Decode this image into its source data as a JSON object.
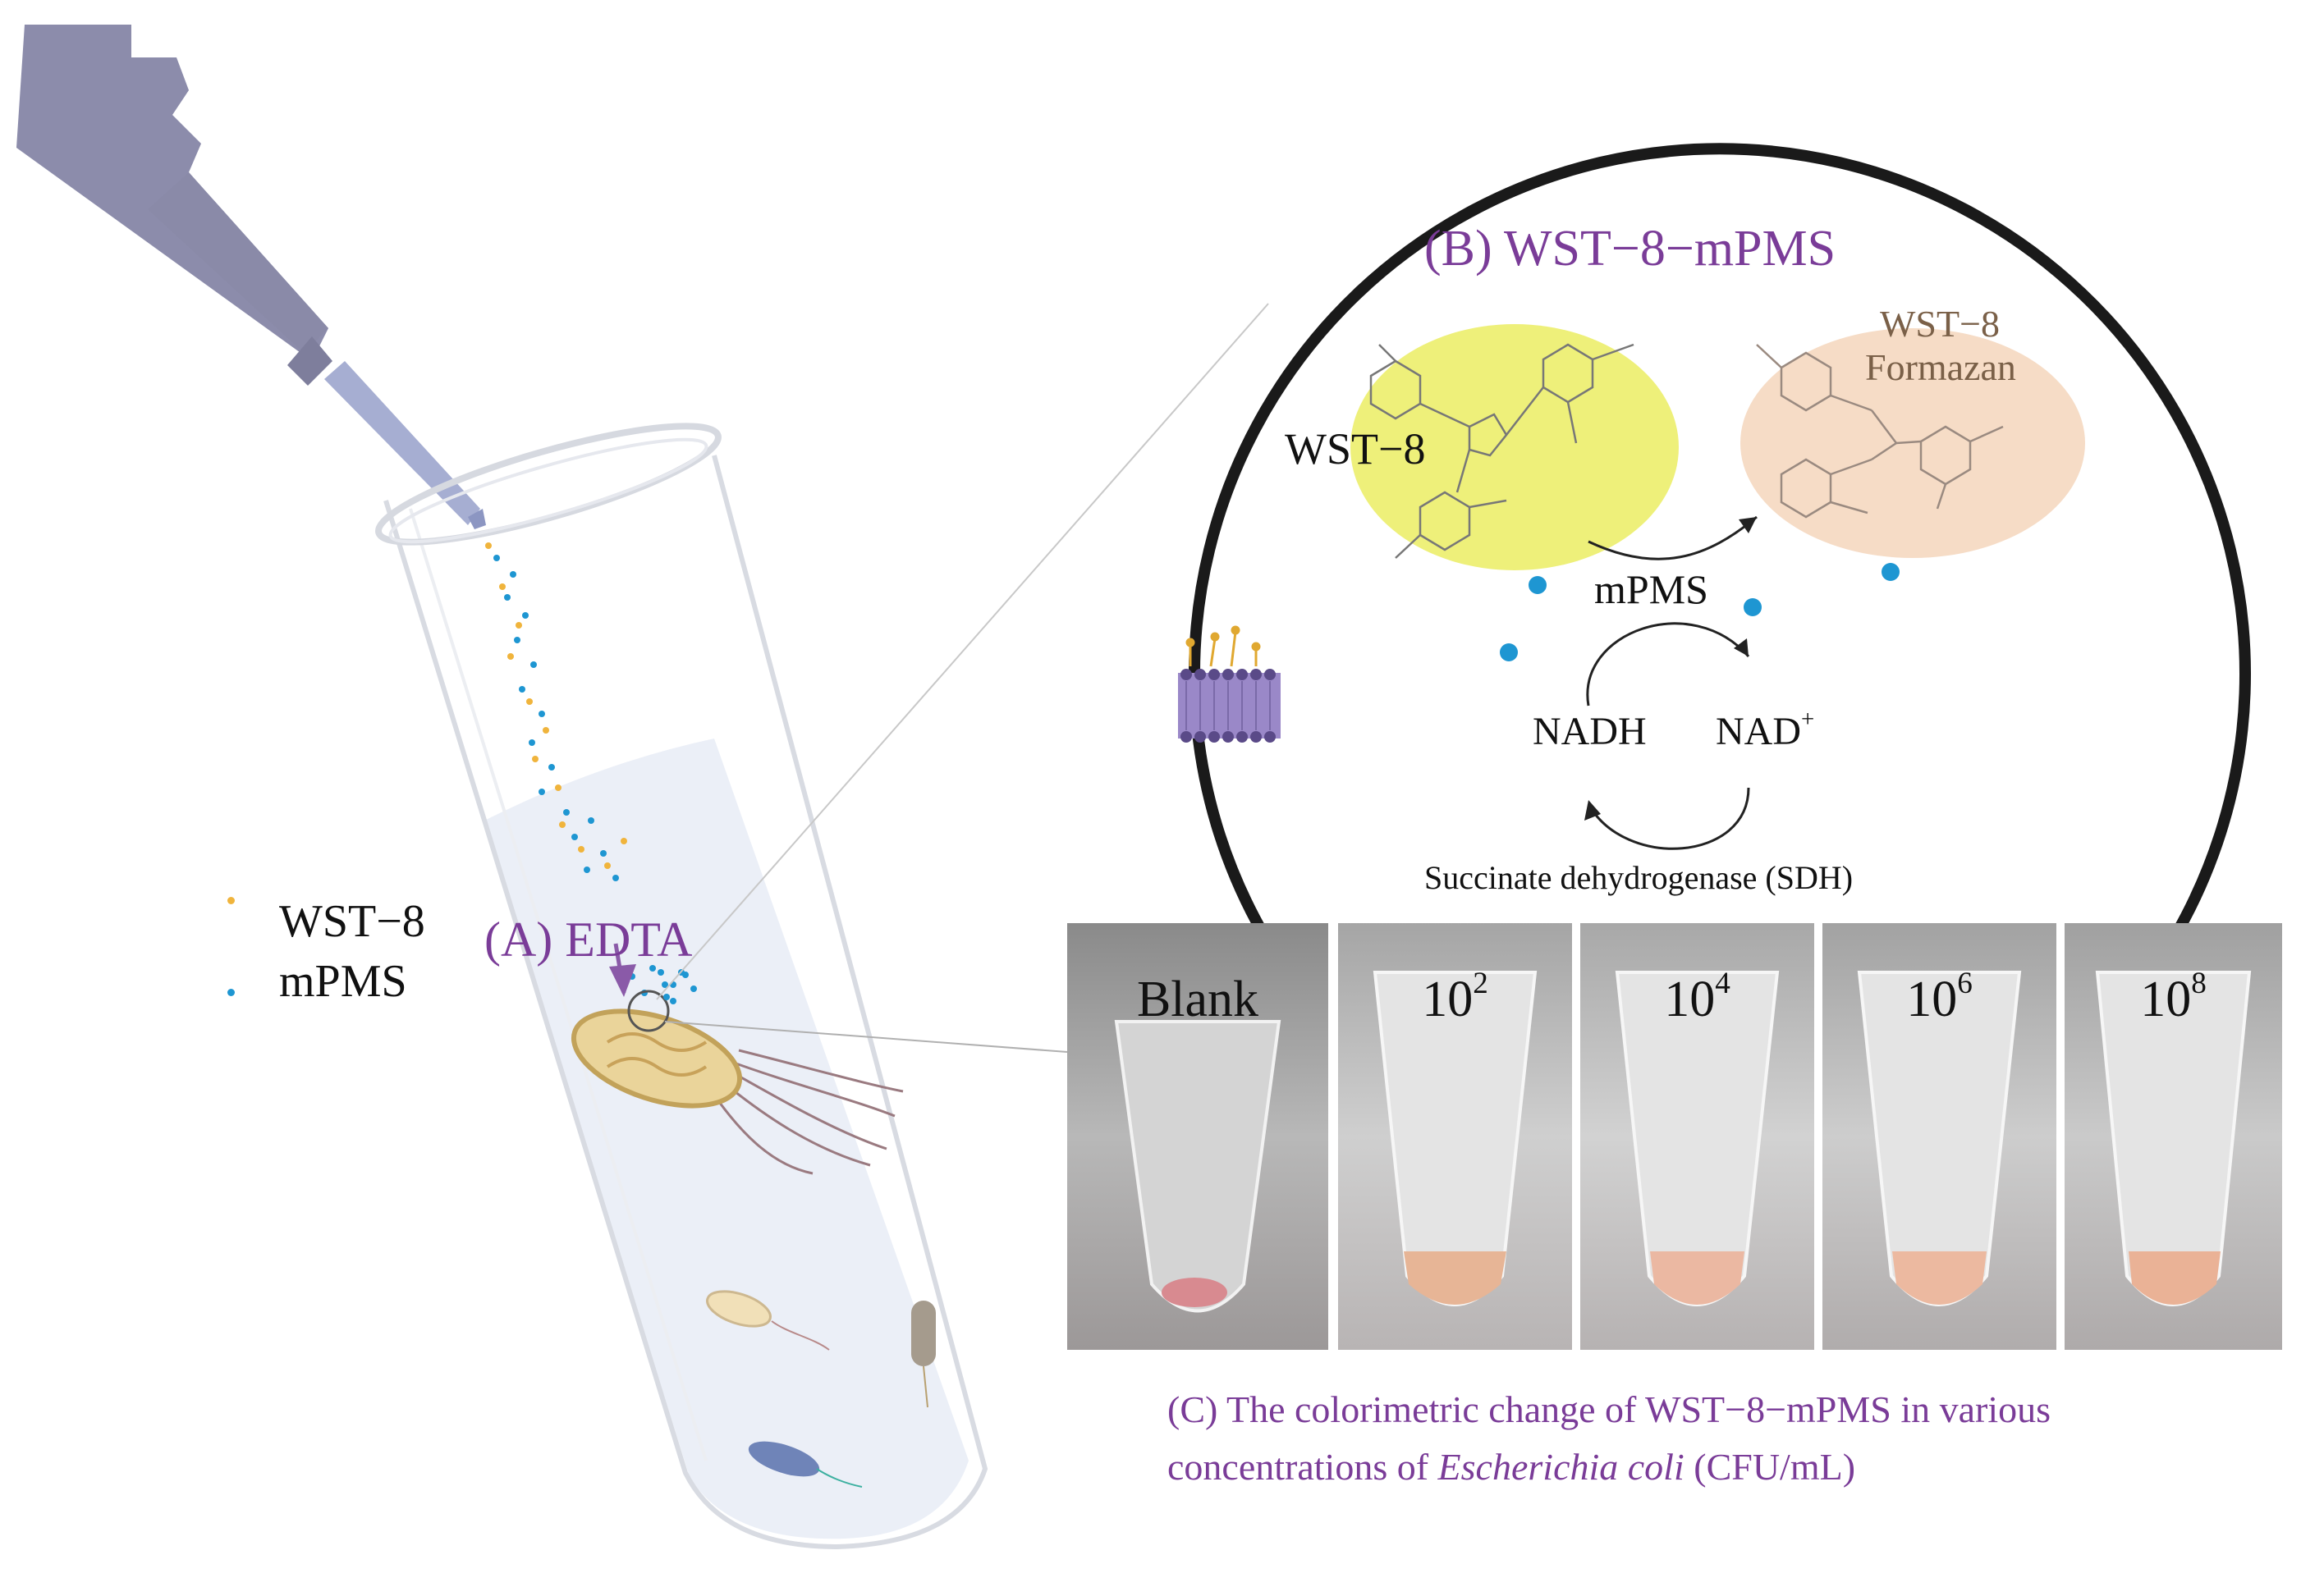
{
  "legend": {
    "items": [
      {
        "label": "WST−8",
        "color": "#f0b43c"
      },
      {
        "label": "mPMS",
        "color": "#1e96d2"
      }
    ]
  },
  "tube": {
    "label_edta": "(A) EDTA"
  },
  "reaction": {
    "title": "(B) WST−8−mPMS",
    "wst8_label": "WST−8",
    "formazan_label_line1": "WST−8",
    "formazan_label_line2": "Formazan",
    "mpms_label": "mPMS",
    "nadh_label": "NADH",
    "nad_label": "NAD",
    "nad_sup": "+",
    "sdh_label": "Succinate dehydrogenase (SDH)"
  },
  "photo_panels": [
    {
      "base": "Blank",
      "exp": ""
    },
    {
      "base": "10",
      "exp": "2"
    },
    {
      "base": "10",
      "exp": "4"
    },
    {
      "base": "10",
      "exp": "6"
    },
    {
      "base": "10",
      "exp": "8"
    }
  ],
  "caption": {
    "line1": "(C) The colorimetric change of WST−8−mPMS in various",
    "line2_start": "concentrations of ",
    "line2_italic": "Escherichia coli",
    "line2_end": " (CFU/mL)"
  },
  "colors": {
    "purple": "#7a3c98",
    "yellow_circle": "#eef07a",
    "peach_circle": "#f6dcc6",
    "pipette": "#8c8cab",
    "mpms_dot": "#1e96d2",
    "wst8_dot": "#f0b43c"
  }
}
